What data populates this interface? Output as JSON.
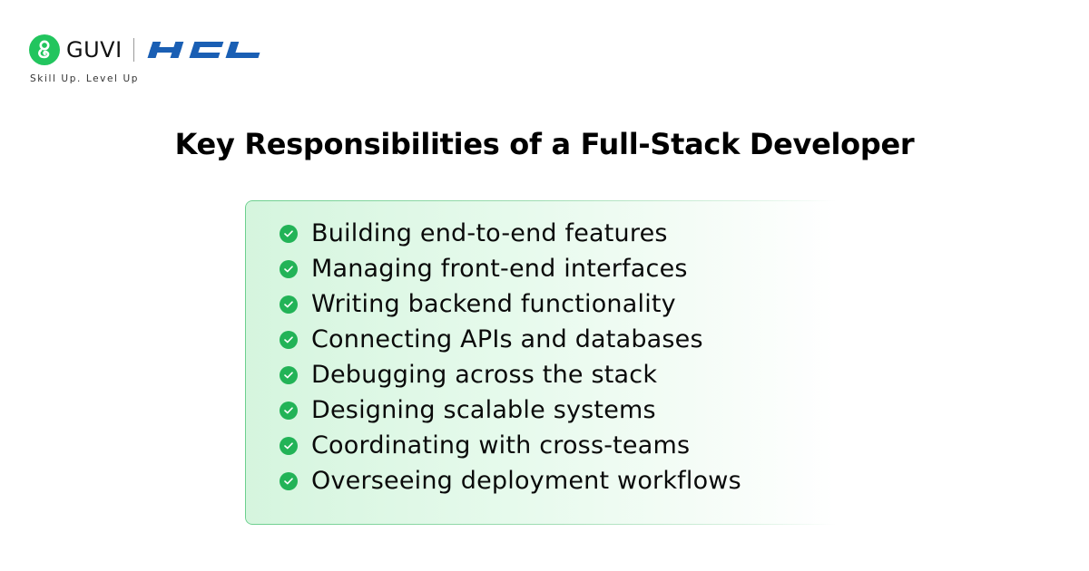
{
  "brand": {
    "guvi_name": "GUVI",
    "partner_name": "HCL",
    "tagline": "Skill Up. Level Up",
    "guvi_icon": "guvi-g-logo-icon",
    "colors": {
      "guvi_green": "#22c55e",
      "hcl_blue": "#1a5fb4"
    }
  },
  "title": "Key Responsibilities of a Full-Stack Developer",
  "card": {
    "check_icon": "check-circle-icon",
    "colors": {
      "check_green": "#22b357",
      "background_start": "#d5f5de",
      "border": "#6ccf8e"
    },
    "items": [
      {
        "label": "Building end-to-end features"
      },
      {
        "label": "Managing front-end interfaces"
      },
      {
        "label": "Writing backend functionality"
      },
      {
        "label": "Connecting APIs and databases"
      },
      {
        "label": "Debugging across the stack"
      },
      {
        "label": "Designing scalable systems"
      },
      {
        "label": "Coordinating with cross-teams"
      },
      {
        "label": "Overseeing deployment workflows"
      }
    ]
  }
}
